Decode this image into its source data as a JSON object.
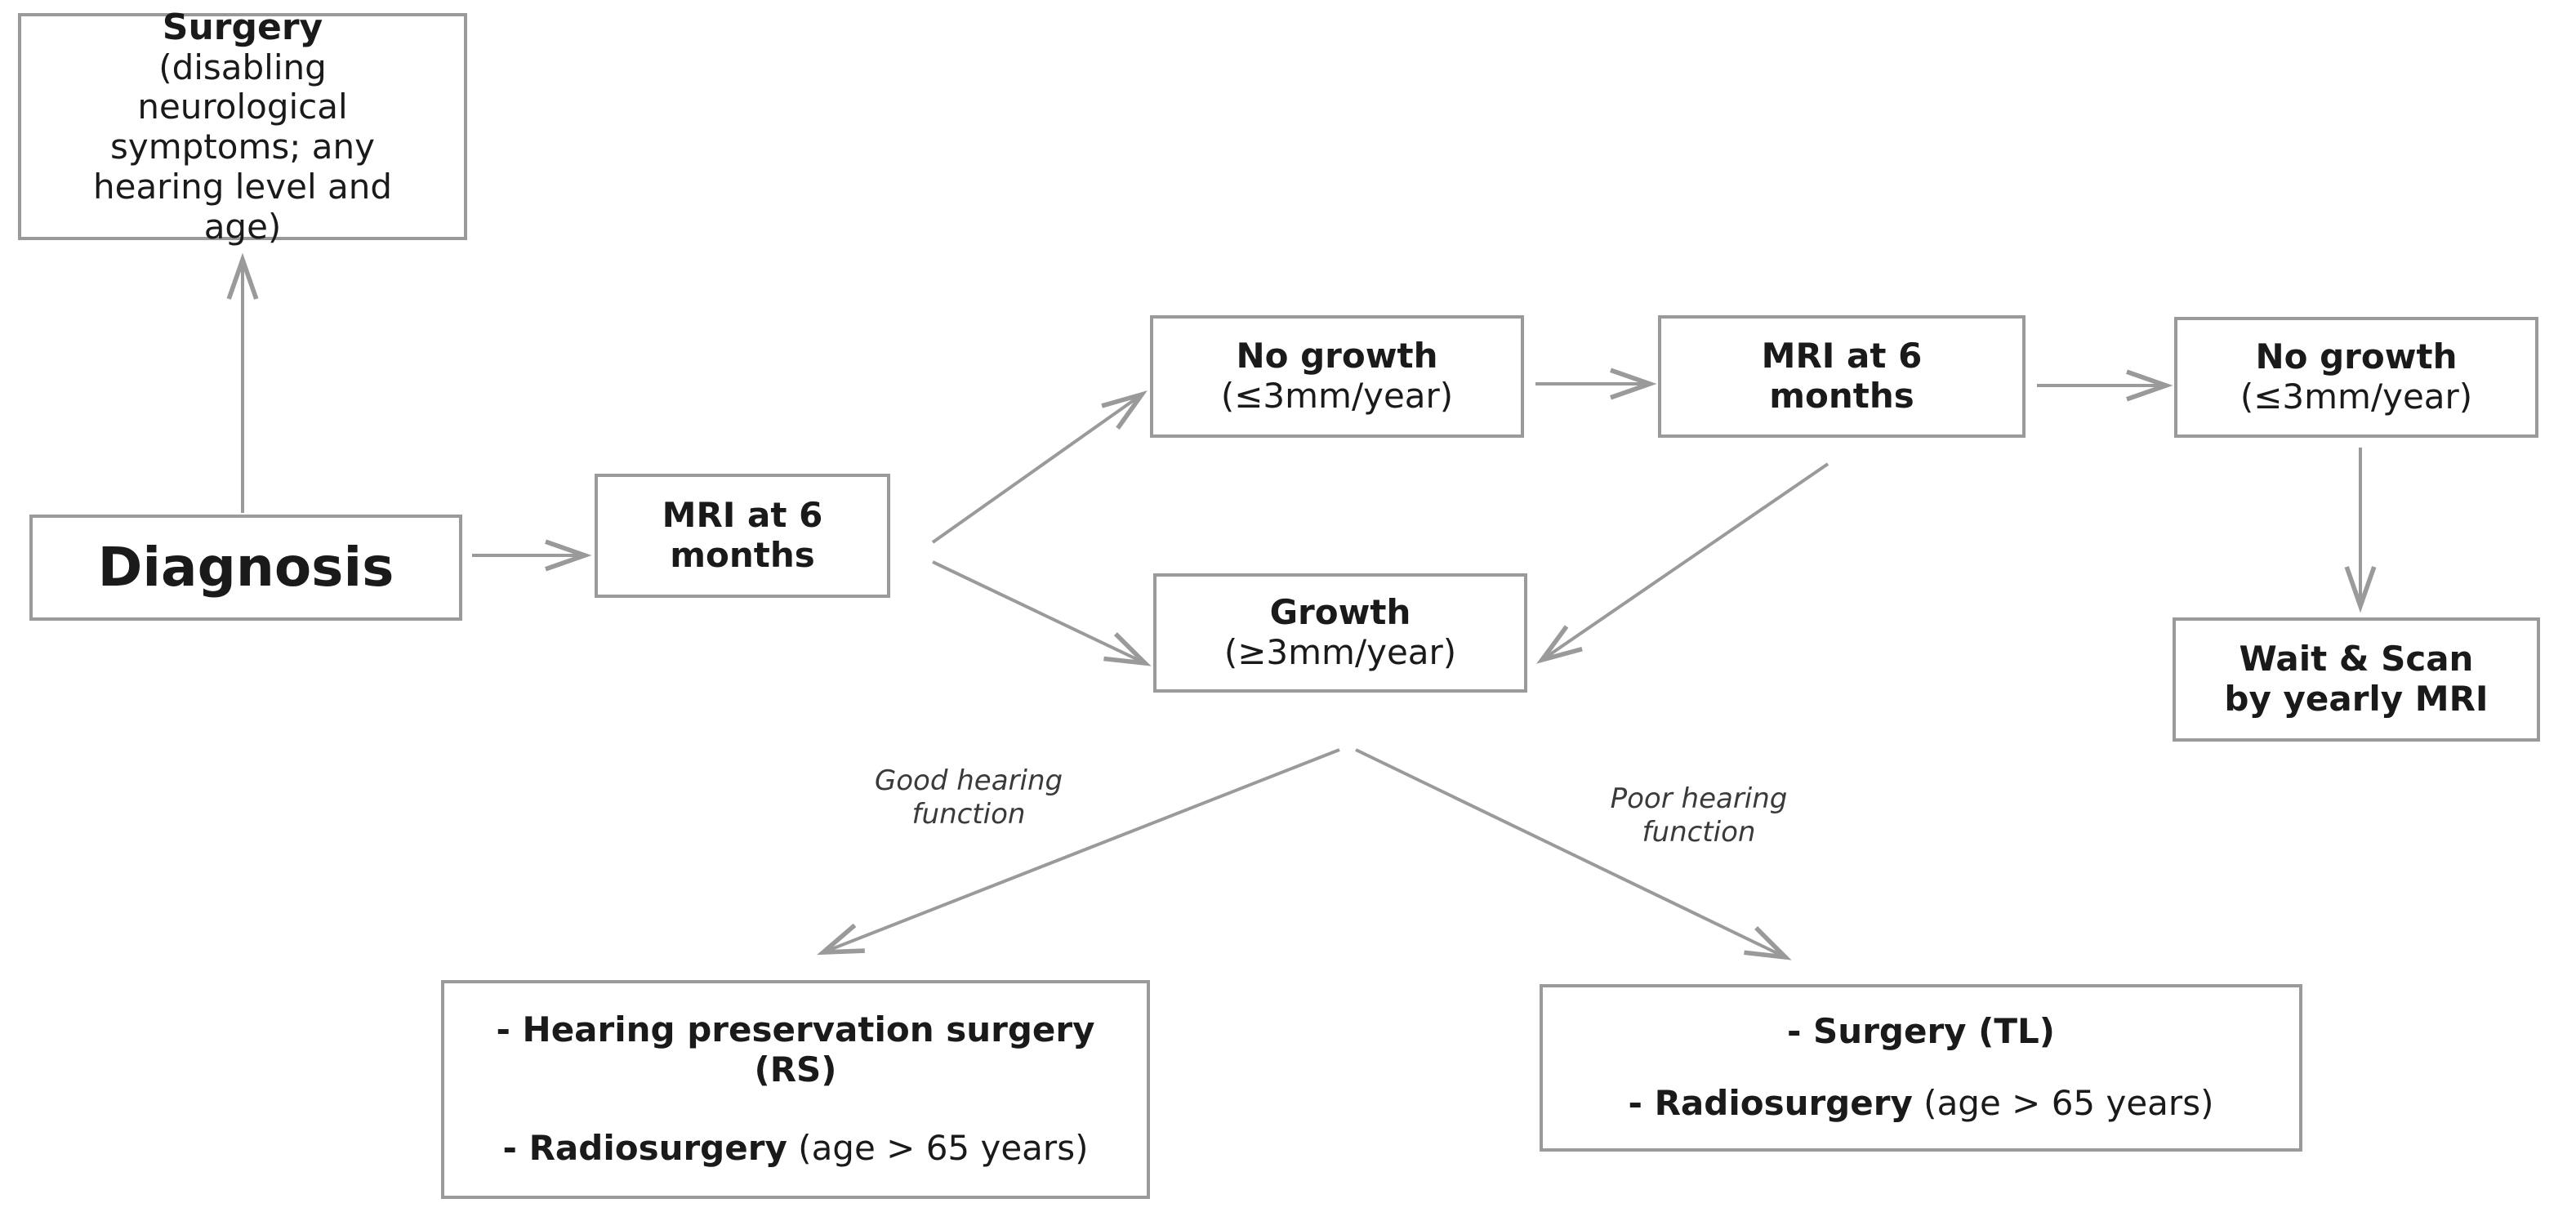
{
  "diagram": {
    "title": "Vestibular schwannoma management flowchart",
    "stroke_color": "#9a9a9a",
    "connector_color": "#9a9a9a",
    "text_color": "#1a1a1a",
    "background": "#ffffff"
  },
  "nodes": {
    "surgery": {
      "title": "Surgery",
      "detail_line_1": "(disabling",
      "detail_line_2": "neurological",
      "detail_line_3": "symptoms; any",
      "detail_line_4": "hearing level and",
      "detail_line_5": "age)"
    },
    "diagnosis": {
      "label": "Diagnosis"
    },
    "mri_1": {
      "line_1": "MRI at 6",
      "line_2": "months"
    },
    "no_growth_1": {
      "line_1": "No growth",
      "line_2": "(≤3mm/year)"
    },
    "growth": {
      "line_1": "Growth",
      "line_2": "(≥3mm/year)"
    },
    "mri_2": {
      "line_1": "MRI at 6",
      "line_2": "months"
    },
    "no_growth_2": {
      "line_1": "No growth",
      "line_2": "(≤3mm/year)"
    },
    "wait_scan": {
      "line_1": "Wait & Scan",
      "line_2": "by yearly MRI"
    },
    "good_outcome": {
      "option_1_bold": "- Hearing preservation surgery (RS)",
      "option_2_bold": "- Radiosurgery",
      "option_2_normal": " (age > 65 years)"
    },
    "poor_outcome": {
      "option_1_bold": "- Surgery (TL)",
      "option_2_bold": "- Radiosurgery",
      "option_2_normal": " (age > 65 years)"
    }
  },
  "edge_labels": {
    "good_hearing": "Good hearing function",
    "poor_hearing": "Poor hearing function"
  }
}
